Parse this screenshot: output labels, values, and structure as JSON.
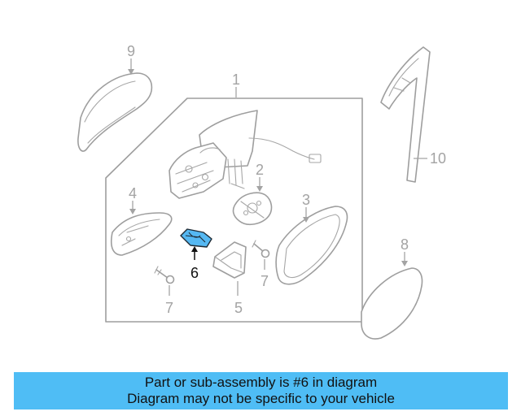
{
  "diagram": {
    "callouts": [
      {
        "id": "callout-1",
        "label": "1"
      },
      {
        "id": "callout-2",
        "label": "2"
      },
      {
        "id": "callout-3",
        "label": "3"
      },
      {
        "id": "callout-4",
        "label": "4"
      },
      {
        "id": "callout-5",
        "label": "5"
      },
      {
        "id": "callout-6",
        "label": "6"
      },
      {
        "id": "callout-7a",
        "label": "7"
      },
      {
        "id": "callout-7b",
        "label": "7"
      },
      {
        "id": "callout-8",
        "label": "8"
      },
      {
        "id": "callout-9",
        "label": "9"
      },
      {
        "id": "callout-10",
        "label": "10"
      }
    ],
    "highlight_color": "#55b8f2",
    "line_color": "#9e9e9e"
  },
  "banner": {
    "line1": "Part or sub-assembly is #6 in diagram",
    "line2": "Diagram may not be specific to your vehicle",
    "background": "#4fbdf5"
  }
}
